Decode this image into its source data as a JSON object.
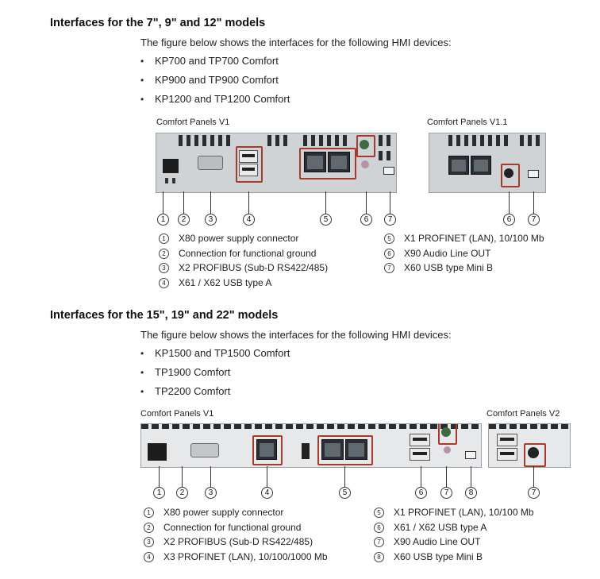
{
  "section1": {
    "heading": "Interfaces for the 7\", 9\" and 12\" models",
    "intro": "The figure below shows the interfaces for the following HMI devices:",
    "devices": [
      "KP700 and TP700 Comfort",
      "KP900 and TP900 Comfort",
      "KP1200 and TP1200 Comfort"
    ],
    "fig_v1_title": "Comfort Panels V1",
    "fig_v11_title": "Comfort Panels V1.1",
    "callouts_v1": [
      "1",
      "2",
      "3",
      "4",
      "5",
      "6",
      "7"
    ],
    "callouts_v11": [
      "6",
      "7"
    ],
    "legend_left": [
      {
        "num": "1",
        "text": "X80 power supply connector"
      },
      {
        "num": "2",
        "text": "Connection for functional ground"
      },
      {
        "num": "3",
        "text": "X2 PROFIBUS (Sub-D RS422/485)"
      },
      {
        "num": "4",
        "text": "X61 / X62 USB type A"
      }
    ],
    "legend_right": [
      {
        "num": "5",
        "text": "X1 PROFINET (LAN), 10/100 Mb"
      },
      {
        "num": "6",
        "text": "X90 Audio Line OUT"
      },
      {
        "num": "7",
        "text": "X60 USB type Mini B"
      }
    ]
  },
  "section2": {
    "heading": "Interfaces for the 15\", 19\" and 22\" models",
    "intro": "The figure below shows the interfaces for the following HMI devices:",
    "devices": [
      "KP1500 and TP1500 Comfort",
      "TP1900 Comfort",
      "TP2200 Comfort"
    ],
    "fig_v1_title": "Comfort Panels V1",
    "fig_v2_title": "Comfort Panels V2",
    "callouts_v1": [
      "1",
      "2",
      "3",
      "4",
      "5",
      "6",
      "7",
      "8"
    ],
    "callouts_v2": [
      "7"
    ],
    "legend_left": [
      {
        "num": "1",
        "text": "X80 power supply connector"
      },
      {
        "num": "2",
        "text": "Connection for functional ground"
      },
      {
        "num": "3",
        "text": "X2 PROFIBUS (Sub-D RS422/485)"
      },
      {
        "num": "4",
        "text": "X3 PROFINET (LAN), 10/100/1000 Mb"
      }
    ],
    "legend_right": [
      {
        "num": "5",
        "text": "X1 PROFINET (LAN), 10/100 Mb"
      },
      {
        "num": "6",
        "text": "X61 / X62 USB type A"
      },
      {
        "num": "7",
        "text": "X90 Audio Line OUT"
      },
      {
        "num": "8",
        "text": "X60 USB type Mini B"
      }
    ]
  },
  "colors": {
    "highlight": "#a33b2e",
    "panel": "#cfd3d6",
    "vent": "#2a2d30"
  }
}
